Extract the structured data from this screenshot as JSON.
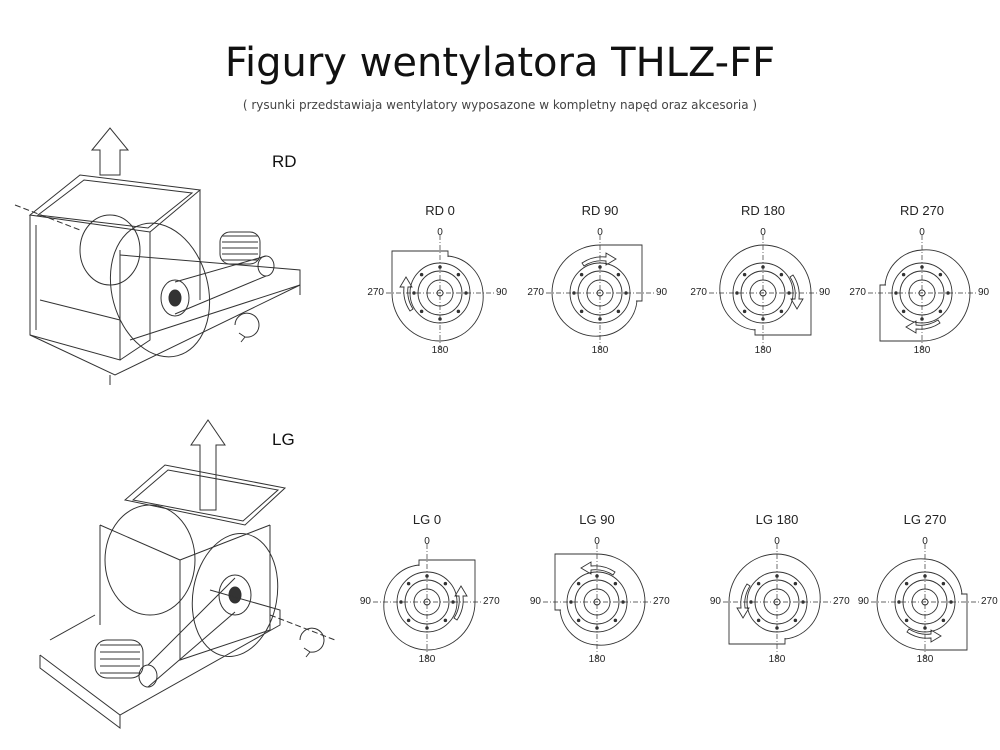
{
  "title": "Figury wentylatora THLZ-FF",
  "subtitle": "( rysunki przedstawiaja wentylatory wyposazone w kompletny napęd oraz akcesoria )",
  "rows": [
    {
      "label": "RD",
      "diagrams": [
        {
          "label": "RD 0",
          "angle": 0
        },
        {
          "label": "RD 90",
          "angle": 90
        },
        {
          "label": "RD 180",
          "angle": 180
        },
        {
          "label": "RD 270",
          "angle": 270
        }
      ],
      "axis_labels": {
        "top": "0",
        "right": "90",
        "bottom": "180",
        "left": "270"
      }
    },
    {
      "label": "LG",
      "diagrams": [
        {
          "label": "LG 0",
          "angle": 0
        },
        {
          "label": "LG 90",
          "angle": 90
        },
        {
          "label": "LG 180",
          "angle": 180
        },
        {
          "label": "LG 270",
          "angle": 270
        }
      ],
      "axis_labels": {
        "top": "0",
        "right": "270",
        "bottom": "180",
        "left": "90"
      }
    }
  ]
}
